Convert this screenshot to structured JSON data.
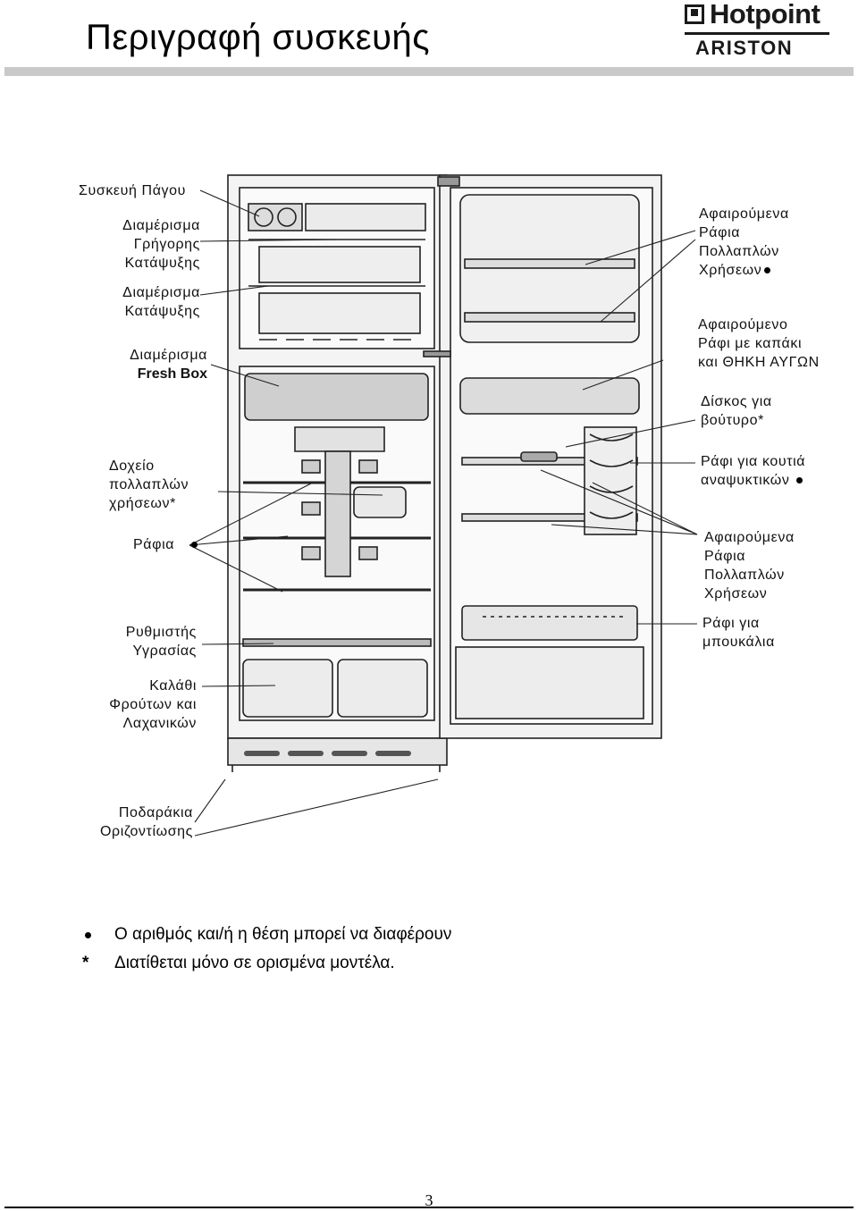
{
  "header": {
    "title": "Περιγραφή συσκευής",
    "logo": {
      "brand": "Hotpoint",
      "sub": "ARISTON"
    }
  },
  "labels_left": {
    "freezer": "Συσκευή Πάγου",
    "fast_freeze": [
      "Διαμέρισμα",
      "Γρήγορης",
      "Κατάψυξης"
    ],
    "freeze": [
      "Διαμέρισμα",
      "Κατάψυξης"
    ],
    "fresh_box": [
      "Διαμέρισμα",
      "Fresh Box"
    ],
    "multi_container": [
      "Δοχείο",
      "πολλαπλών",
      "χρήσεων*"
    ],
    "shelves": "Ράφια",
    "humidity": [
      "Ρυθμιστής",
      "Υγρασίας"
    ],
    "crisper": [
      "Καλάθι",
      "Φρούτων και",
      "Λαχανικών"
    ],
    "feet": [
      "Ποδαράκια",
      "Οριζοντίωσης"
    ]
  },
  "labels_right": {
    "removable_shelves_top": [
      "Αφαιρούμενα",
      "Ράφια",
      "Πολλαπλών",
      "Χρήσεων"
    ],
    "egg_shelf": [
      "Αφαιρούμενο",
      "Ράφι με καπάκι",
      "και ΘΗΚΗ ΑΥΓΩΝ"
    ],
    "butter": [
      "Δίσκος για",
      "βούτυρο*"
    ],
    "cans_shelf": [
      "Ράφι για κουτιά",
      "αναψυκτικών"
    ],
    "removable_shelves_mid": [
      "Αφαιρούμενα",
      "Ράφια",
      "Πολλαπλών",
      "Χρήσεων"
    ],
    "bottle_shelf": [
      "Ράφι για",
      "μπουκάλια"
    ]
  },
  "notes": {
    "bullet_text": "Ο αριθμός και/ή η θέση μπορεί να διαφέρουν",
    "asterisk_symbol": "*",
    "asterisk_text": "Διατίθεται μόνο σε ορισμένα μοντέλα."
  },
  "page_number": "3"
}
